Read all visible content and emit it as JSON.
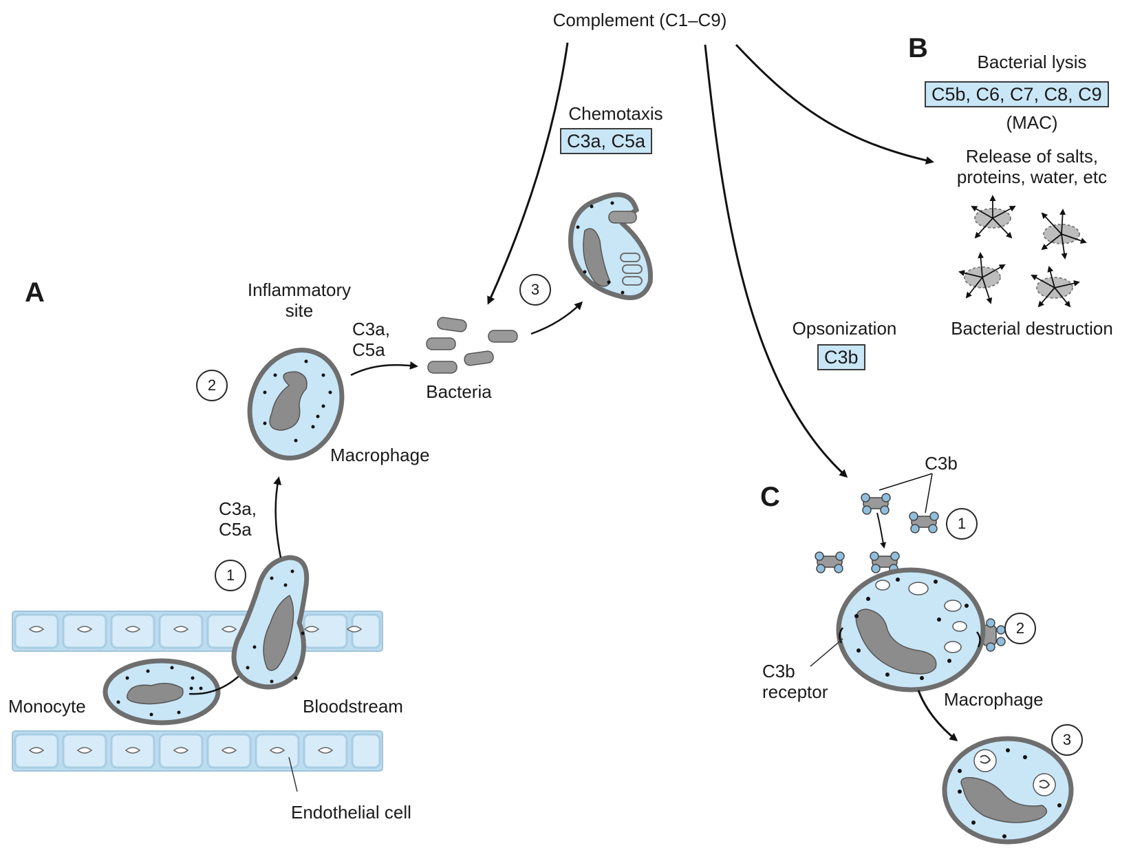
{
  "title": "Complement (C1–C9)",
  "panels": {
    "a": "A",
    "b": "B",
    "c": "C"
  },
  "panel_a": {
    "inflammatory_site": [
      "Inflammatory",
      "site"
    ],
    "c3a_c5a_upper": [
      "C3a,",
      "C5a"
    ],
    "c3a_c5a_lower": [
      "C3a,",
      "C5a"
    ],
    "bacteria": "Bacteria",
    "macrophage": "Macrophage",
    "monocyte": "Monocyte",
    "bloodstream": "Bloodstream",
    "endothelial_cell": "Endothelial cell",
    "step1": "1",
    "step2": "2",
    "step3": "3"
  },
  "chemotaxis": {
    "label": "Chemotaxis",
    "box": "C3a, C5a"
  },
  "panel_b": {
    "bacterial_lysis": "Bacterial lysis",
    "mac_box": "C5b, C6, C7, C8, C9",
    "mac": "(MAC)",
    "release": [
      "Release of salts,",
      "proteins, water, etc"
    ],
    "destruction": "Bacterial destruction"
  },
  "opsonization": {
    "label": "Opsonization",
    "box": "C3b"
  },
  "panel_c": {
    "c3b": "C3b",
    "c3b_receptor": [
      "C3b",
      "receptor"
    ],
    "macrophage": "Macrophage",
    "step1": "1",
    "step2": "2",
    "step3": "3"
  },
  "colors": {
    "cell_fill": "#c9e6f7",
    "nucleus": "#8c8c8c",
    "membrane": "#6e6e6e",
    "box_fill": "#c9e6f7"
  }
}
